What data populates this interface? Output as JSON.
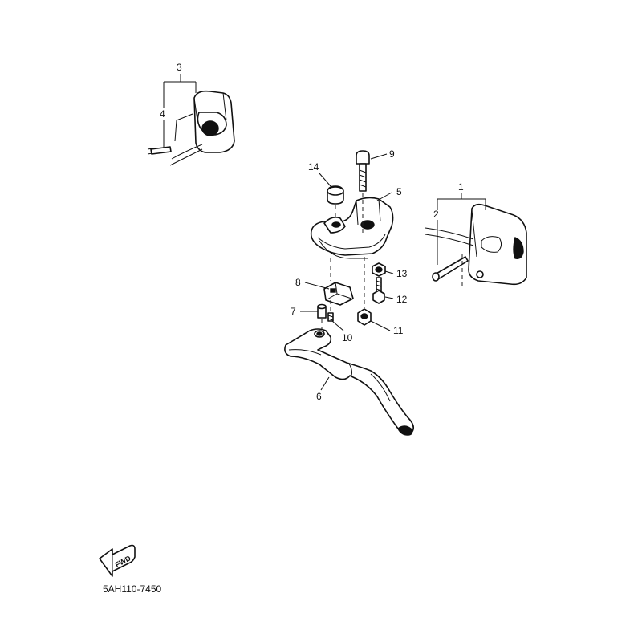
{
  "diagram_code": "5AH110-7450",
  "fwd_label": "FWD",
  "callouts": {
    "c1": "1",
    "c2": "2",
    "c3": "3",
    "c4": "4",
    "c5": "5",
    "c6": "6",
    "c7": "7",
    "c8": "8",
    "c9": "9",
    "c10": "10",
    "c11": "11",
    "c12": "12",
    "c13": "13",
    "c14": "14"
  }
}
